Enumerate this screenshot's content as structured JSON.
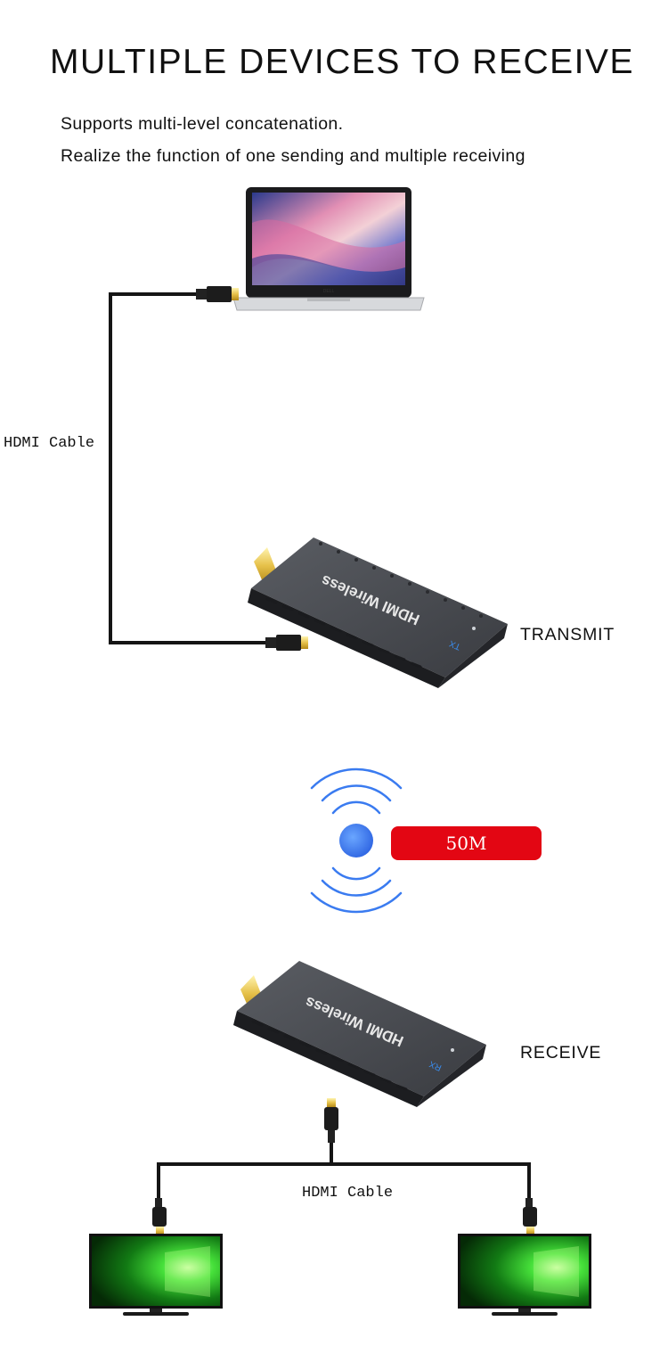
{
  "header": {
    "title": "MULTIPLE DEVICES TO RECEIVE",
    "line1": "Supports multi-level concatenation.",
    "line2": "Realize the function of one sending and multiple receiving"
  },
  "labels": {
    "cable_top": "HDMI Cable",
    "cable_bottom": "HDMI Cable",
    "transmit": "TRANSMIT",
    "receive": "RECEIVE",
    "distance": "50M"
  },
  "devices": {
    "brand": "HDMI Wireless",
    "tx_tag": "TX",
    "rx_tag": "RX",
    "laptop_logo": "DELL"
  },
  "colors": {
    "signal_blue": "#3a7bf0",
    "badge_red": "#e30613",
    "device_body": "#2a2c30",
    "screen_green": "#2fd13a"
  }
}
